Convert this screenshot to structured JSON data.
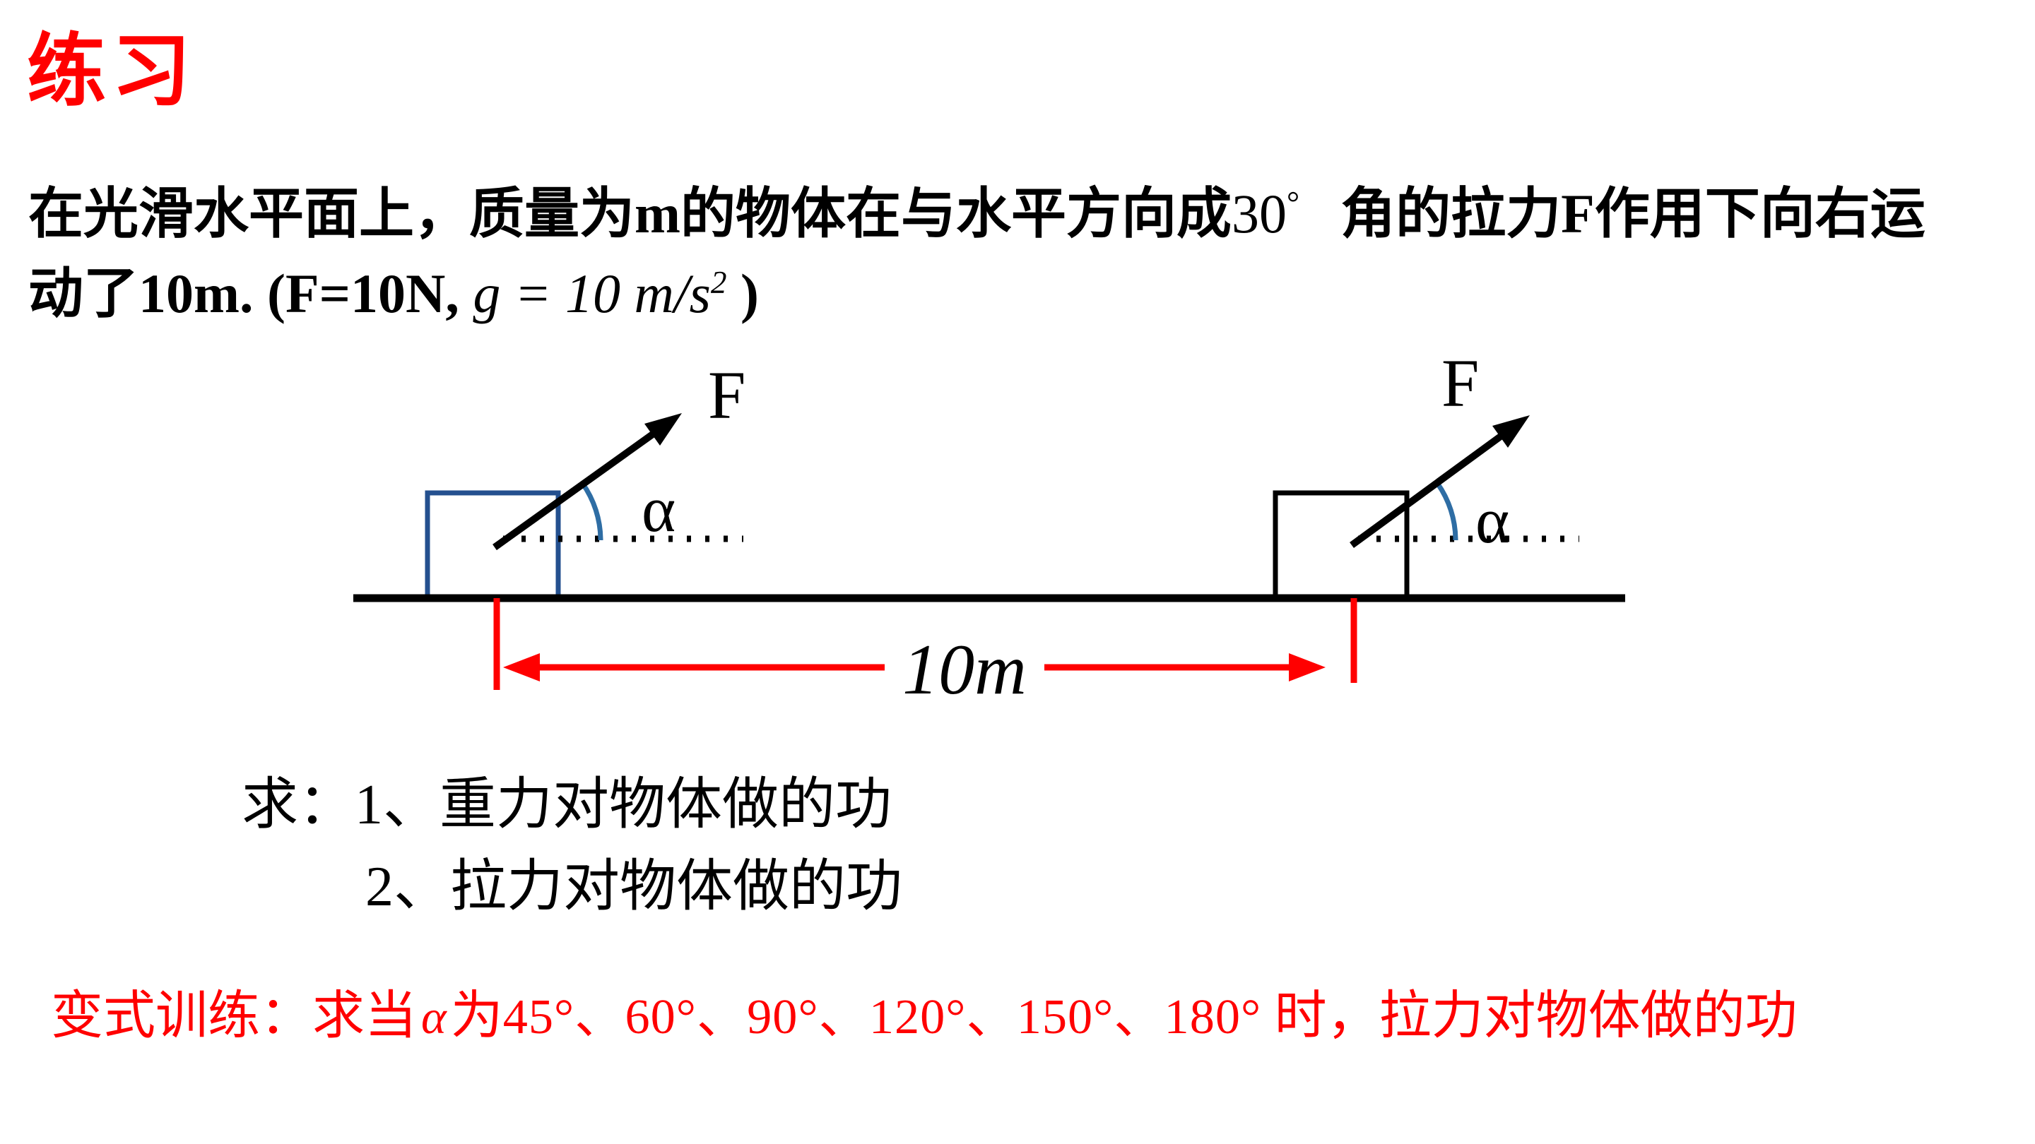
{
  "slide": {
    "title": "练习",
    "problem": {
      "line1_text": "在光滑水平面上，质量为m的物体在与水平方向成",
      "angle_value": "30",
      "degree_symbol": "°",
      "line1_rest": "角的拉力F作用下向右运",
      "line2_text": "动了10m.  (F=10N,",
      "g_expression": " g = 10 m/s",
      "g_exponent": "2",
      "line2_close": " )"
    },
    "diagram": {
      "force_label_left": "F",
      "force_label_right": "F",
      "angle_label_left": "α",
      "angle_label_right": "α",
      "distance_label": "10m",
      "colors": {
        "left_block_border": "#24508f",
        "right_block_border": "#000000",
        "angle_arc": "#2e6da4",
        "measurement": "#ff0000",
        "ink": "#000000"
      }
    },
    "questions": {
      "line1": "求：1、重力对物体做的功",
      "line2": "2、拉力对物体做的功"
    },
    "variation": {
      "prefix": "变式训练：求当",
      "alpha_symbol": "α",
      "connector": "为",
      "angle_list": "45°、60°、90°、120°、150°、180°",
      "suffix": " 时，拉力对物体做的功"
    },
    "colors": {
      "title": "#ff0000",
      "variation_text": "#ff0000",
      "body_text": "#000000",
      "background": "#ffffff"
    }
  }
}
